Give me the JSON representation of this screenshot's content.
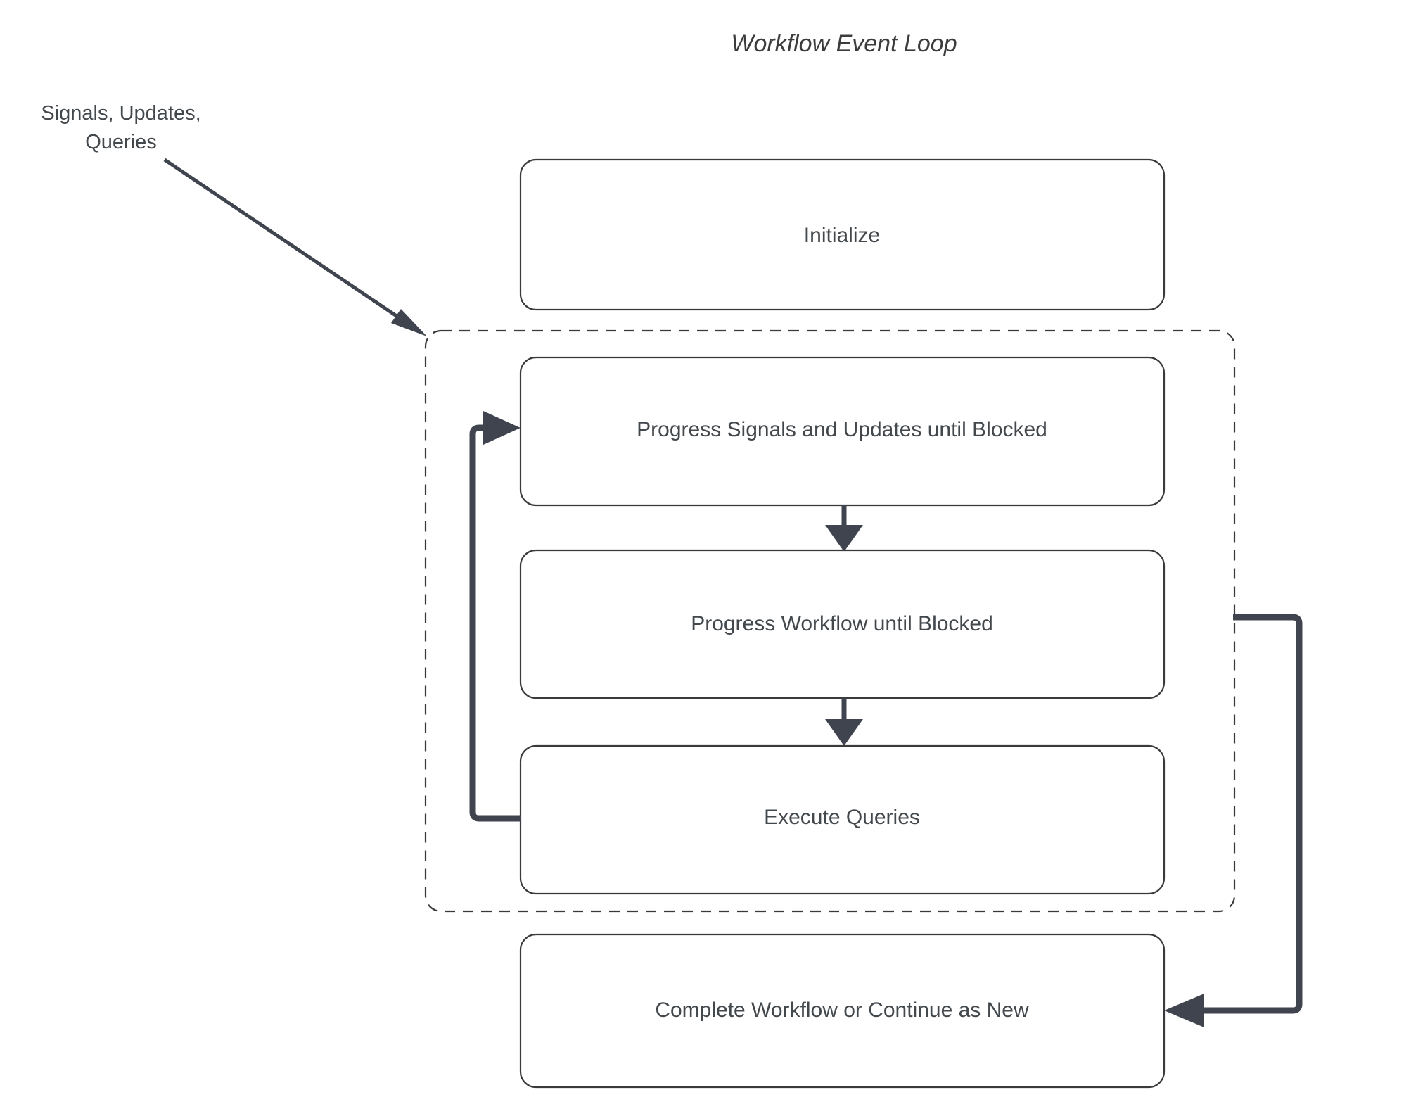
{
  "diagram": {
    "title": "Workflow Event Loop",
    "external_input_label_line1": "Signals, Updates,",
    "external_input_label_line2": "Queries",
    "colors": {
      "background": "#ffffff",
      "box_border": "#3a3a3a",
      "box_fill": "#ffffff",
      "text": "#43484d",
      "arrow": "#3f444e",
      "dashed_group_border": "#3a3a3a"
    },
    "nodes": [
      {
        "id": "initialize",
        "label": "Initialize"
      },
      {
        "id": "progress-signals",
        "label": "Progress Signals and Updates until Blocked"
      },
      {
        "id": "progress-workflow",
        "label": "Progress Workflow until Blocked"
      },
      {
        "id": "execute-queries",
        "label": "Execute Queries"
      },
      {
        "id": "complete-workflow",
        "label": "Complete Workflow or Continue as New"
      }
    ],
    "group": {
      "id": "event-loop-group",
      "style": "dashed",
      "contains": [
        "progress-signals",
        "progress-workflow",
        "execute-queries"
      ]
    },
    "edges": [
      {
        "id": "external-to-loop",
        "from": "Signals, Updates, Queries",
        "to": "event-loop-group",
        "style": "thin-diagonal-arrow"
      },
      {
        "id": "signals-to-workflow",
        "from": "progress-signals",
        "to": "progress-workflow",
        "style": "down-arrow"
      },
      {
        "id": "workflow-to-queries",
        "from": "progress-workflow",
        "to": "execute-queries",
        "style": "down-arrow"
      },
      {
        "id": "queries-loop-back",
        "from": "execute-queries",
        "to": "progress-signals",
        "style": "left-loop-arrow"
      },
      {
        "id": "loop-to-complete",
        "from": "event-loop-group",
        "to": "complete-workflow",
        "style": "right-loop-arrow"
      }
    ]
  }
}
